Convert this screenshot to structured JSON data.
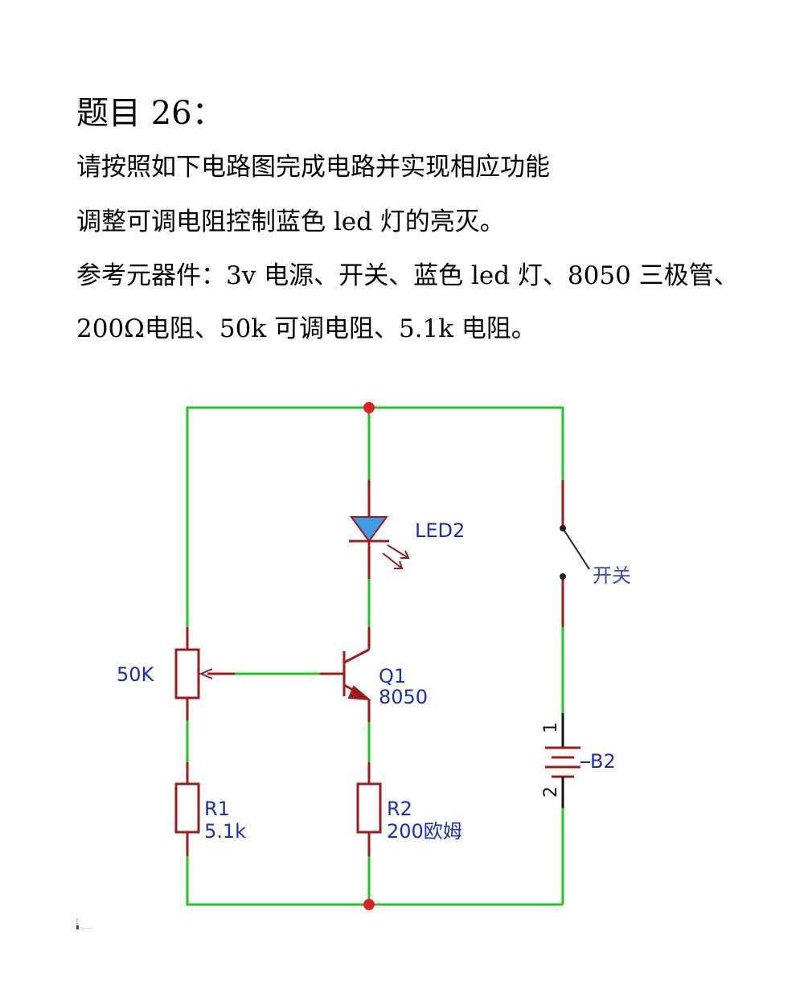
{
  "document": {
    "title": "题目 26：",
    "lines": [
      "请按照如下电路图完成电路并实现相应功能",
      "调整可调电阻控制蓝色 led 灯的亮灭。",
      "参考元器件：3v 电源、开关、蓝色 led 灯、8050 三极管、",
      "200Ω电阻、50k 可调电阻、5.1k 电阻。"
    ]
  },
  "circuit": {
    "colors": {
      "wire": "#22c322",
      "component": "#9b1c1c",
      "junction": "#e0202a",
      "label": "#1a2fb0",
      "led_fill": "#3d9be8"
    },
    "led": {
      "ref": "LED2"
    },
    "switch": {
      "label": "开关"
    },
    "transistor": {
      "ref": "Q1",
      "value": "8050"
    },
    "potentiometer": {
      "value": "50K"
    },
    "r1": {
      "ref": "R1",
      "value": "5.1k"
    },
    "r2": {
      "ref": "R2",
      "value": "200欧姆"
    },
    "battery": {
      "ref": "B2",
      "pin1": "1",
      "pin2": "2"
    }
  }
}
